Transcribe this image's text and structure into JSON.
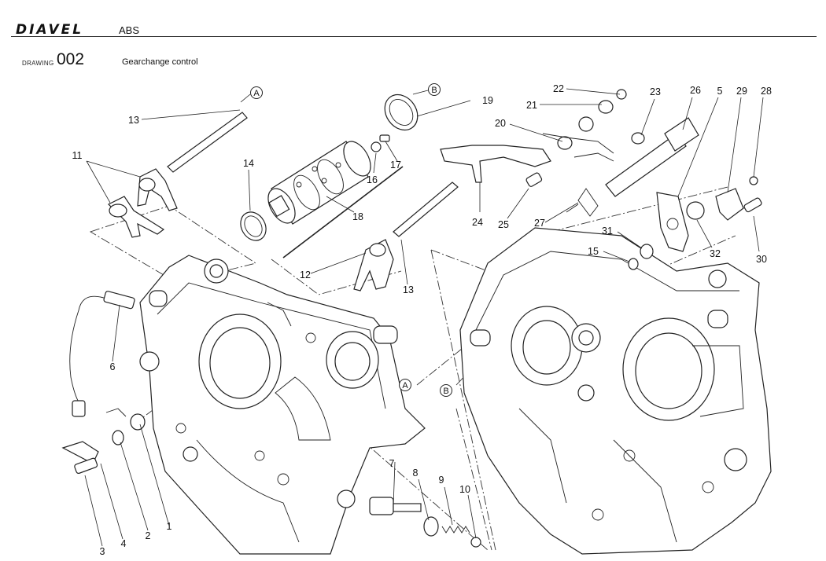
{
  "header": {
    "brand": "DIAVEL",
    "variant": "ABS"
  },
  "drawing": {
    "label": "DRAWING",
    "number": "002",
    "title": "Gearchange control"
  },
  "references": [
    "A",
    "B"
  ],
  "callouts": [
    "1",
    "2",
    "3",
    "4",
    "5",
    "6",
    "7",
    "8",
    "9",
    "10",
    "11",
    "12",
    "13",
    "14",
    "15",
    "16",
    "17",
    "18",
    "19",
    "20",
    "21",
    "22",
    "23",
    "24",
    "25",
    "26",
    "27",
    "28",
    "29",
    "30",
    "31",
    "32"
  ]
}
